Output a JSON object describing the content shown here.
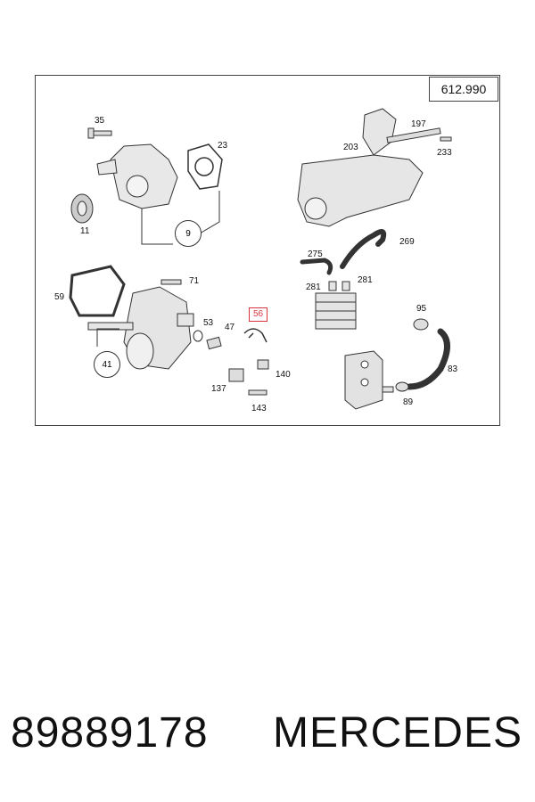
{
  "diagram": {
    "reference": "612.990",
    "callouts": {
      "c35": "35",
      "c23": "23",
      "c11": "11",
      "c9": "9",
      "c203": "203",
      "c197": "197",
      "c233": "233",
      "c269": "269",
      "c275": "275",
      "c281a": "281",
      "c281b": "281",
      "c59": "59",
      "c71": "71",
      "c53": "53",
      "c47": "47",
      "c56": "56",
      "c41": "41",
      "c140": "140",
      "c137": "137",
      "c143": "143",
      "c95": "95",
      "c83": "83",
      "c89": "89"
    },
    "highlighted_callout": "56",
    "highlight_color": "#d9353f"
  },
  "footer": {
    "part_number": "89889178",
    "brand": "MERCEDES"
  }
}
